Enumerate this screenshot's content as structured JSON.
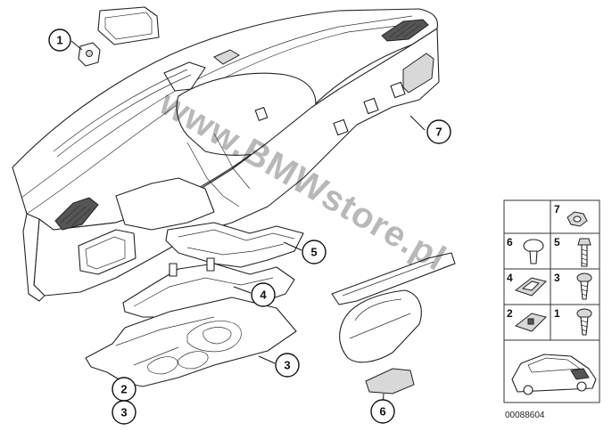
{
  "diagram": {
    "callouts": [
      {
        "id": "c1",
        "label": "1"
      },
      {
        "id": "c7",
        "label": "7"
      },
      {
        "id": "c5",
        "label": "5"
      },
      {
        "id": "c4",
        "label": "4"
      },
      {
        "id": "c3a",
        "label": "3"
      },
      {
        "id": "c2",
        "label": "2"
      },
      {
        "id": "c3b",
        "label": "3"
      },
      {
        "id": "c6",
        "label": "6"
      }
    ],
    "legend": [
      {
        "label": "7",
        "part": "hex-nut"
      },
      {
        "label": "6",
        "part": "expanding-rivet"
      },
      {
        "label": "5",
        "part": "hex-bolt"
      },
      {
        "label": "4",
        "part": "spring-nut"
      },
      {
        "label": "3",
        "part": "sheet-metal-screw"
      },
      {
        "label": "2",
        "part": "clip-nut"
      },
      {
        "label": "1",
        "part": "oval-head-screw"
      }
    ],
    "watermark": "www.BMWstore.pl",
    "document_id": "00088604"
  }
}
